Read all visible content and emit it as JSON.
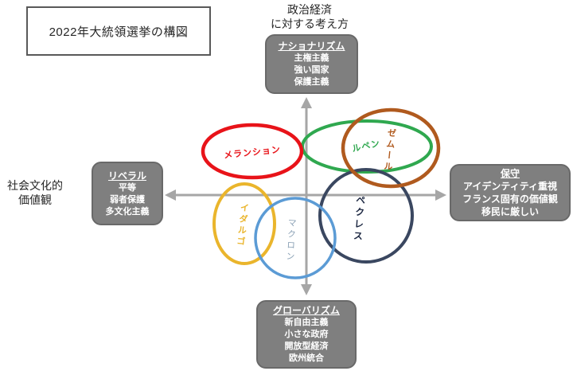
{
  "title": "2022年大統領選挙の構図",
  "axes": {
    "vertical_caption_line1": "政治経済",
    "vertical_caption_line2": "に対する考え方",
    "horizontal_caption_line1": "社会文化的",
    "horizontal_caption_line2": "価値観",
    "axis_color": "#a6a6a6"
  },
  "poles": {
    "box_bg": "#7f7f7f",
    "box_text_color": "#ffffff",
    "top": {
      "heading": "ナショナリズム",
      "items": [
        "主権主義",
        "強い国家",
        "保護主義"
      ]
    },
    "left": {
      "heading": "リベラル",
      "items": [
        "平等",
        "弱者保護",
        "多文化主義"
      ]
    },
    "right": {
      "heading": "保守",
      "items": [
        "アイデンティティ重視",
        "フランス固有の価値観",
        "移民に厳しい"
      ]
    },
    "bottom": {
      "heading": "グローバリズム",
      "items": [
        "新自由主義",
        "小さな政府",
        "開放型経済",
        "欧州統合"
      ]
    }
  },
  "candidates": [
    {
      "name": "メランション",
      "color": "#e81319"
    },
    {
      "name": "ルペン",
      "color": "#2fa84f"
    },
    {
      "name": "ゼムール",
      "color": "#b05a1e"
    },
    {
      "name": "イダルゴ",
      "color": "#eab52c"
    },
    {
      "name": "マクロン",
      "color": "#5b9bd5",
      "label_color": "#8ba1b5"
    },
    {
      "name": "ペクレス",
      "color": "#3a4760",
      "label_color": "#1f2a44"
    }
  ]
}
